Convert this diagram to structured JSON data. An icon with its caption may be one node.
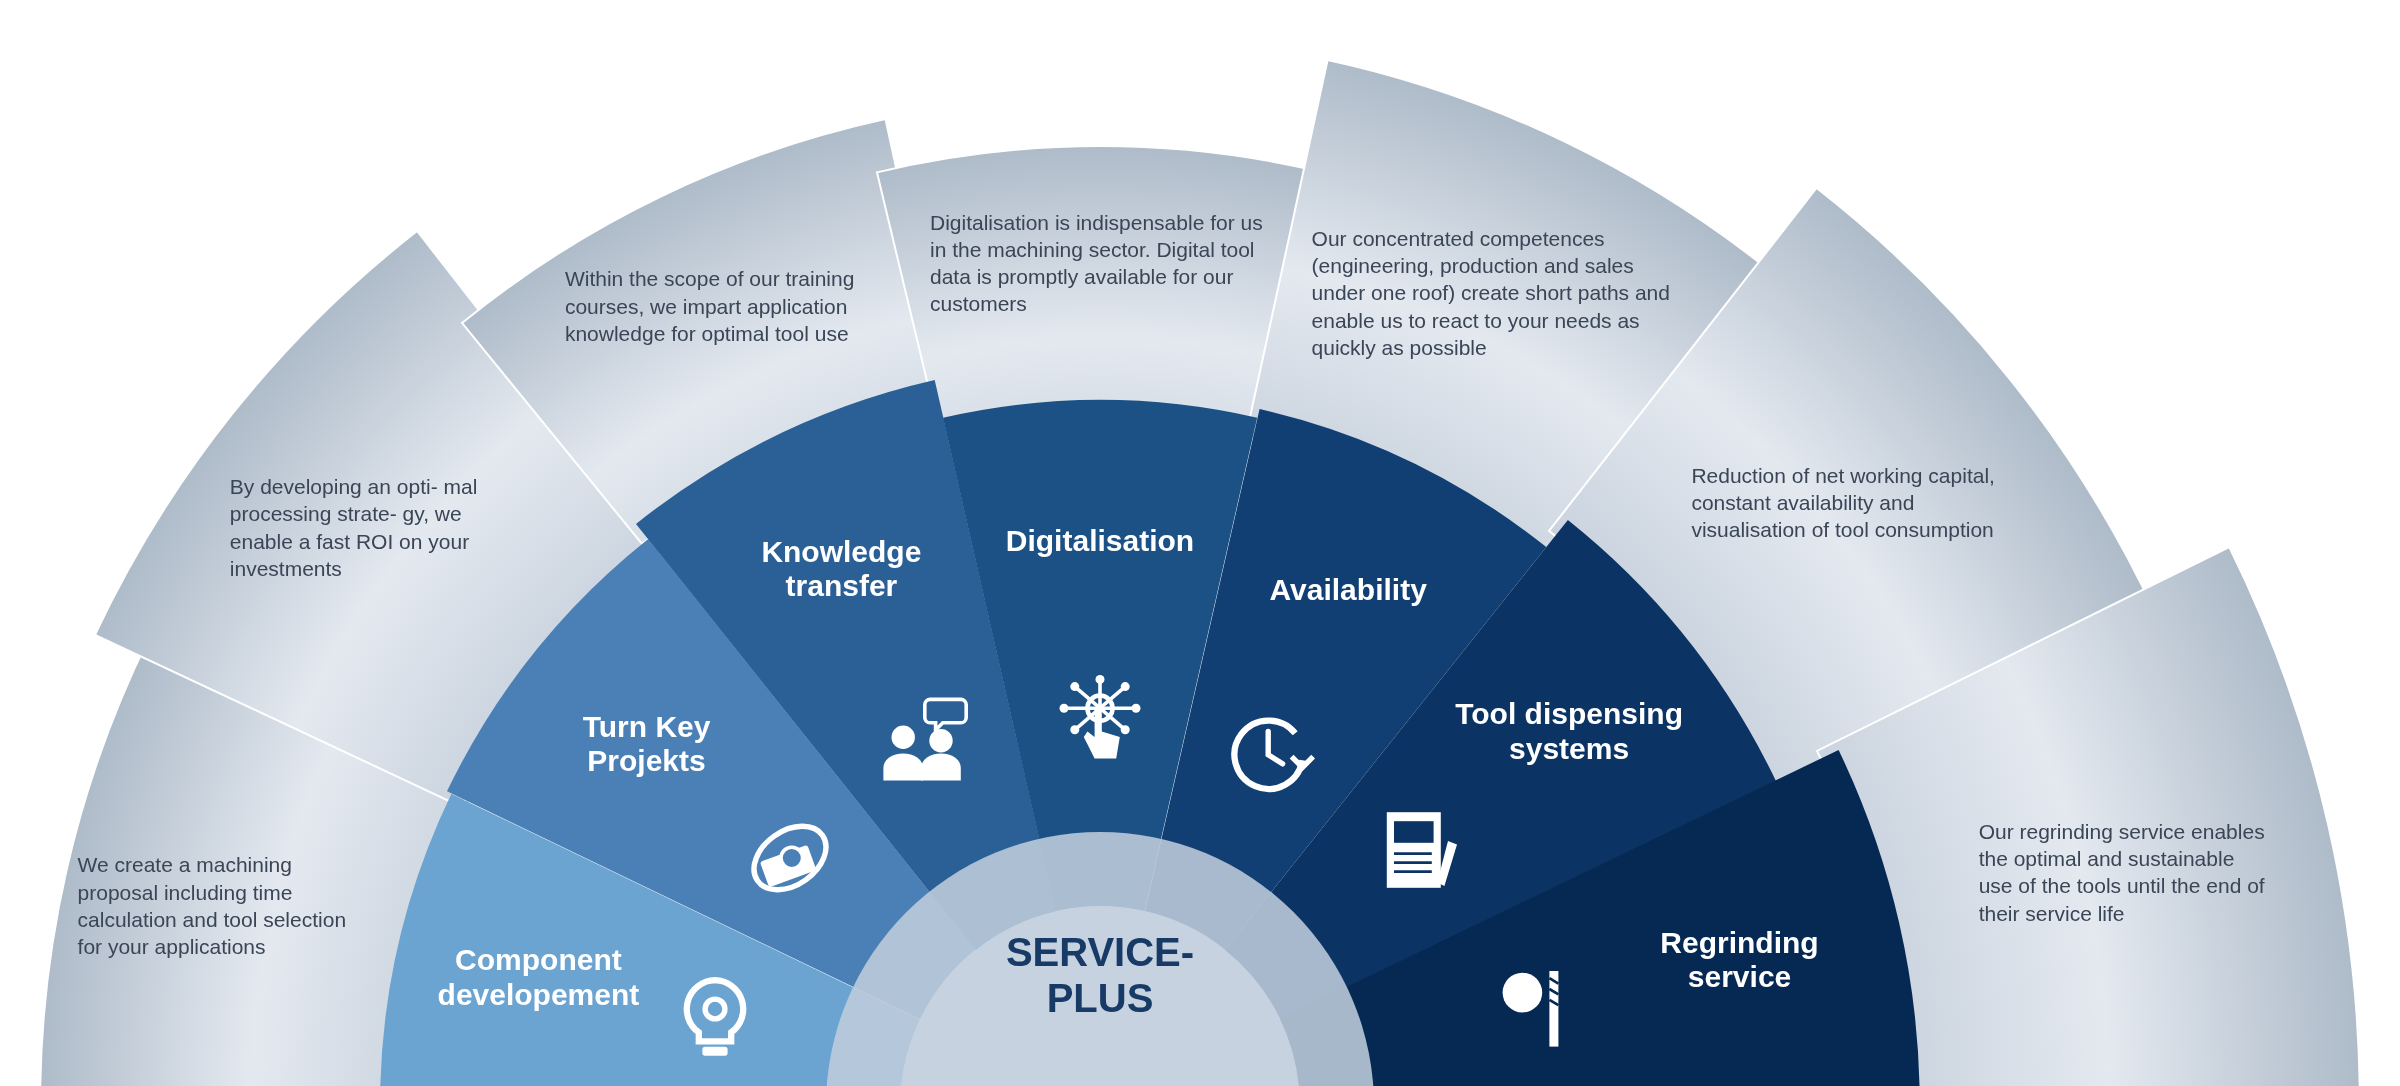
{
  "diagram": {
    "nodes": [
      {
        "text": [
          "SERVICE- PLUS"
        ]
      },
      {
        "text": [
          "Component developement"
        ]
      },
      {
        "text": [
          "Turn Key Projekts"
        ]
      },
      {
        "text": [
          "Knowledge transfer"
        ]
      },
      {
        "text": [
          "Digitalisation"
        ]
      },
      {
        "text": [
          "Availability"
        ]
      },
      {
        "text": [
          "Tool dispensing systems"
        ]
      },
      {
        "text": [
          "Regrinding service"
        ]
      },
      {
        "text": [
          "We create a machining proposal including time calculation and tool selection for your applications"
        ]
      },
      {
        "text": [
          "By developing an opti- mal processing strate- gy, we enable a fast ROI on your investments"
        ]
      },
      {
        "text": [
          "Within the scope of our training courses, we impart application knowledge for optimal tool use"
        ]
      },
      {
        "text": [
          "Digitalisation is indispensable for us in the machining sector. Digital tool data is promptly available for our customers"
        ]
      },
      {
        "text": [
          "Our concentrated competences (engineering, production and sales under one roof) create short paths and enable us to react to your needs as quickly as possible"
        ]
      },
      {
        "text": [
          "Reduction of net working capital, constant availability and visualisation of tool consumption"
        ]
      },
      {
        "text": [
          "Our regrinding service enables the optimal and sustainable use of the tools until the end of their service life"
        ]
      }
    ]
  }
}
